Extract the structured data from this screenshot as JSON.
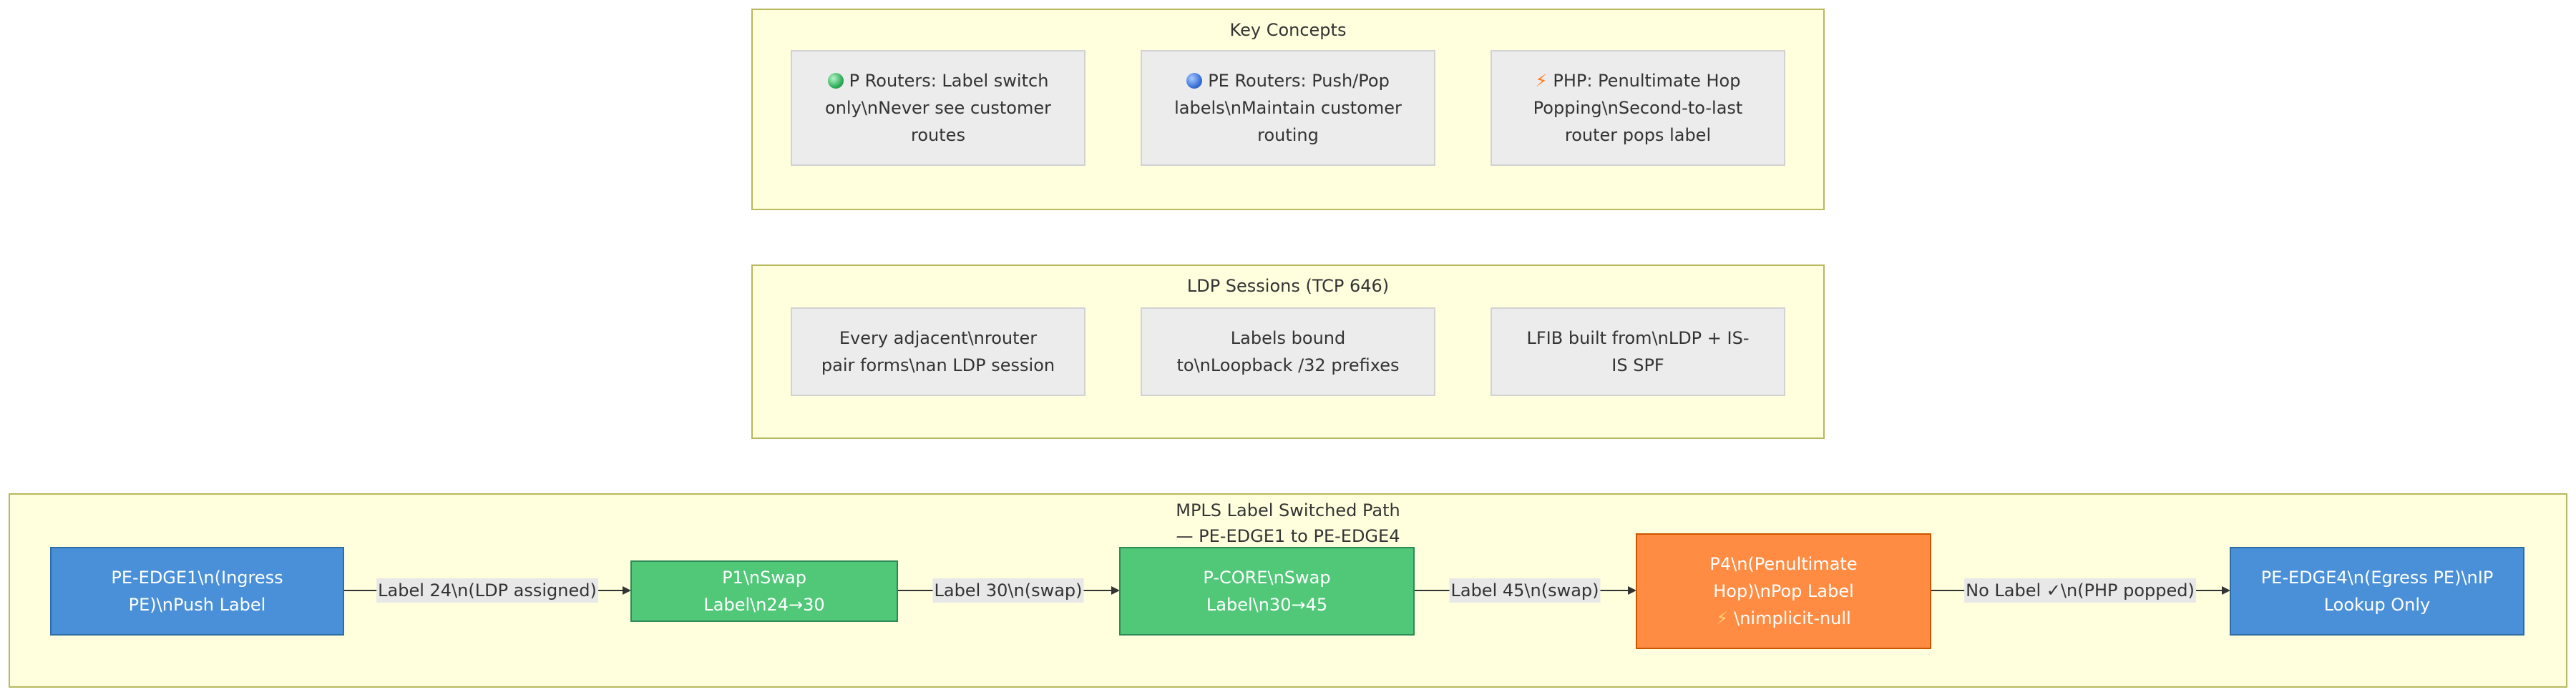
{
  "clusters": {
    "key_concepts": {
      "title": "Key Concepts",
      "items": [
        {
          "icon": "green-circle-icon",
          "text": "P Routers: Label switch only\\nNever see customer routes"
        },
        {
          "icon": "blue-circle-icon",
          "text": "PE Routers: Push/Pop labels\\nMaintain customer routing"
        },
        {
          "icon": "lightning-icon",
          "text": "PHP: Penultimate Hop Popping\\nSecond-to-last router pops label"
        }
      ]
    },
    "ldp": {
      "title": "LDP Sessions (TCP 646)",
      "items": [
        {
          "text": "Every adjacent\\nrouter pair forms\\nan LDP session"
        },
        {
          "text": "Labels bound to\\nLoopback /32 prefixes"
        },
        {
          "text": "LFIB built from\\nLDP + IS-IS SPF"
        }
      ]
    },
    "lsp": {
      "title_line1": "MPLS Label Switched Path",
      "title_line2": "— PE-EDGE1 to PE-EDGE4",
      "nodes": [
        {
          "text": "PE-EDGE1\\n(Ingress PE)\\nPush Label"
        },
        {
          "text": "P1\\nSwap Label\\n24→30"
        },
        {
          "text": "P-CORE\\nSwap Label\\n30→45"
        },
        {
          "text_line1": "P4\\n(Penultimate Hop)\\nPop Label",
          "text_line2": "\\nimplicit-null",
          "icon": "lightning-icon"
        },
        {
          "text": "PE-EDGE4\\n(Egress PE)\\nIP Lookup Only"
        }
      ],
      "edges": [
        {
          "label": "Label 24\\n(LDP assigned)"
        },
        {
          "label": "Label 30\\n(swap)"
        },
        {
          "label": "Label 45\\n(swap)"
        },
        {
          "label": "No Label ✓\\n(PHP popped)"
        }
      ]
    }
  },
  "colors": {
    "cluster_fill": "#ffffde",
    "cluster_border": "#b8b85e",
    "pe_fill": "#4a90d9",
    "p_fill": "#50c878",
    "php_fill": "#ff8c42",
    "note_fill": "#ececec"
  }
}
